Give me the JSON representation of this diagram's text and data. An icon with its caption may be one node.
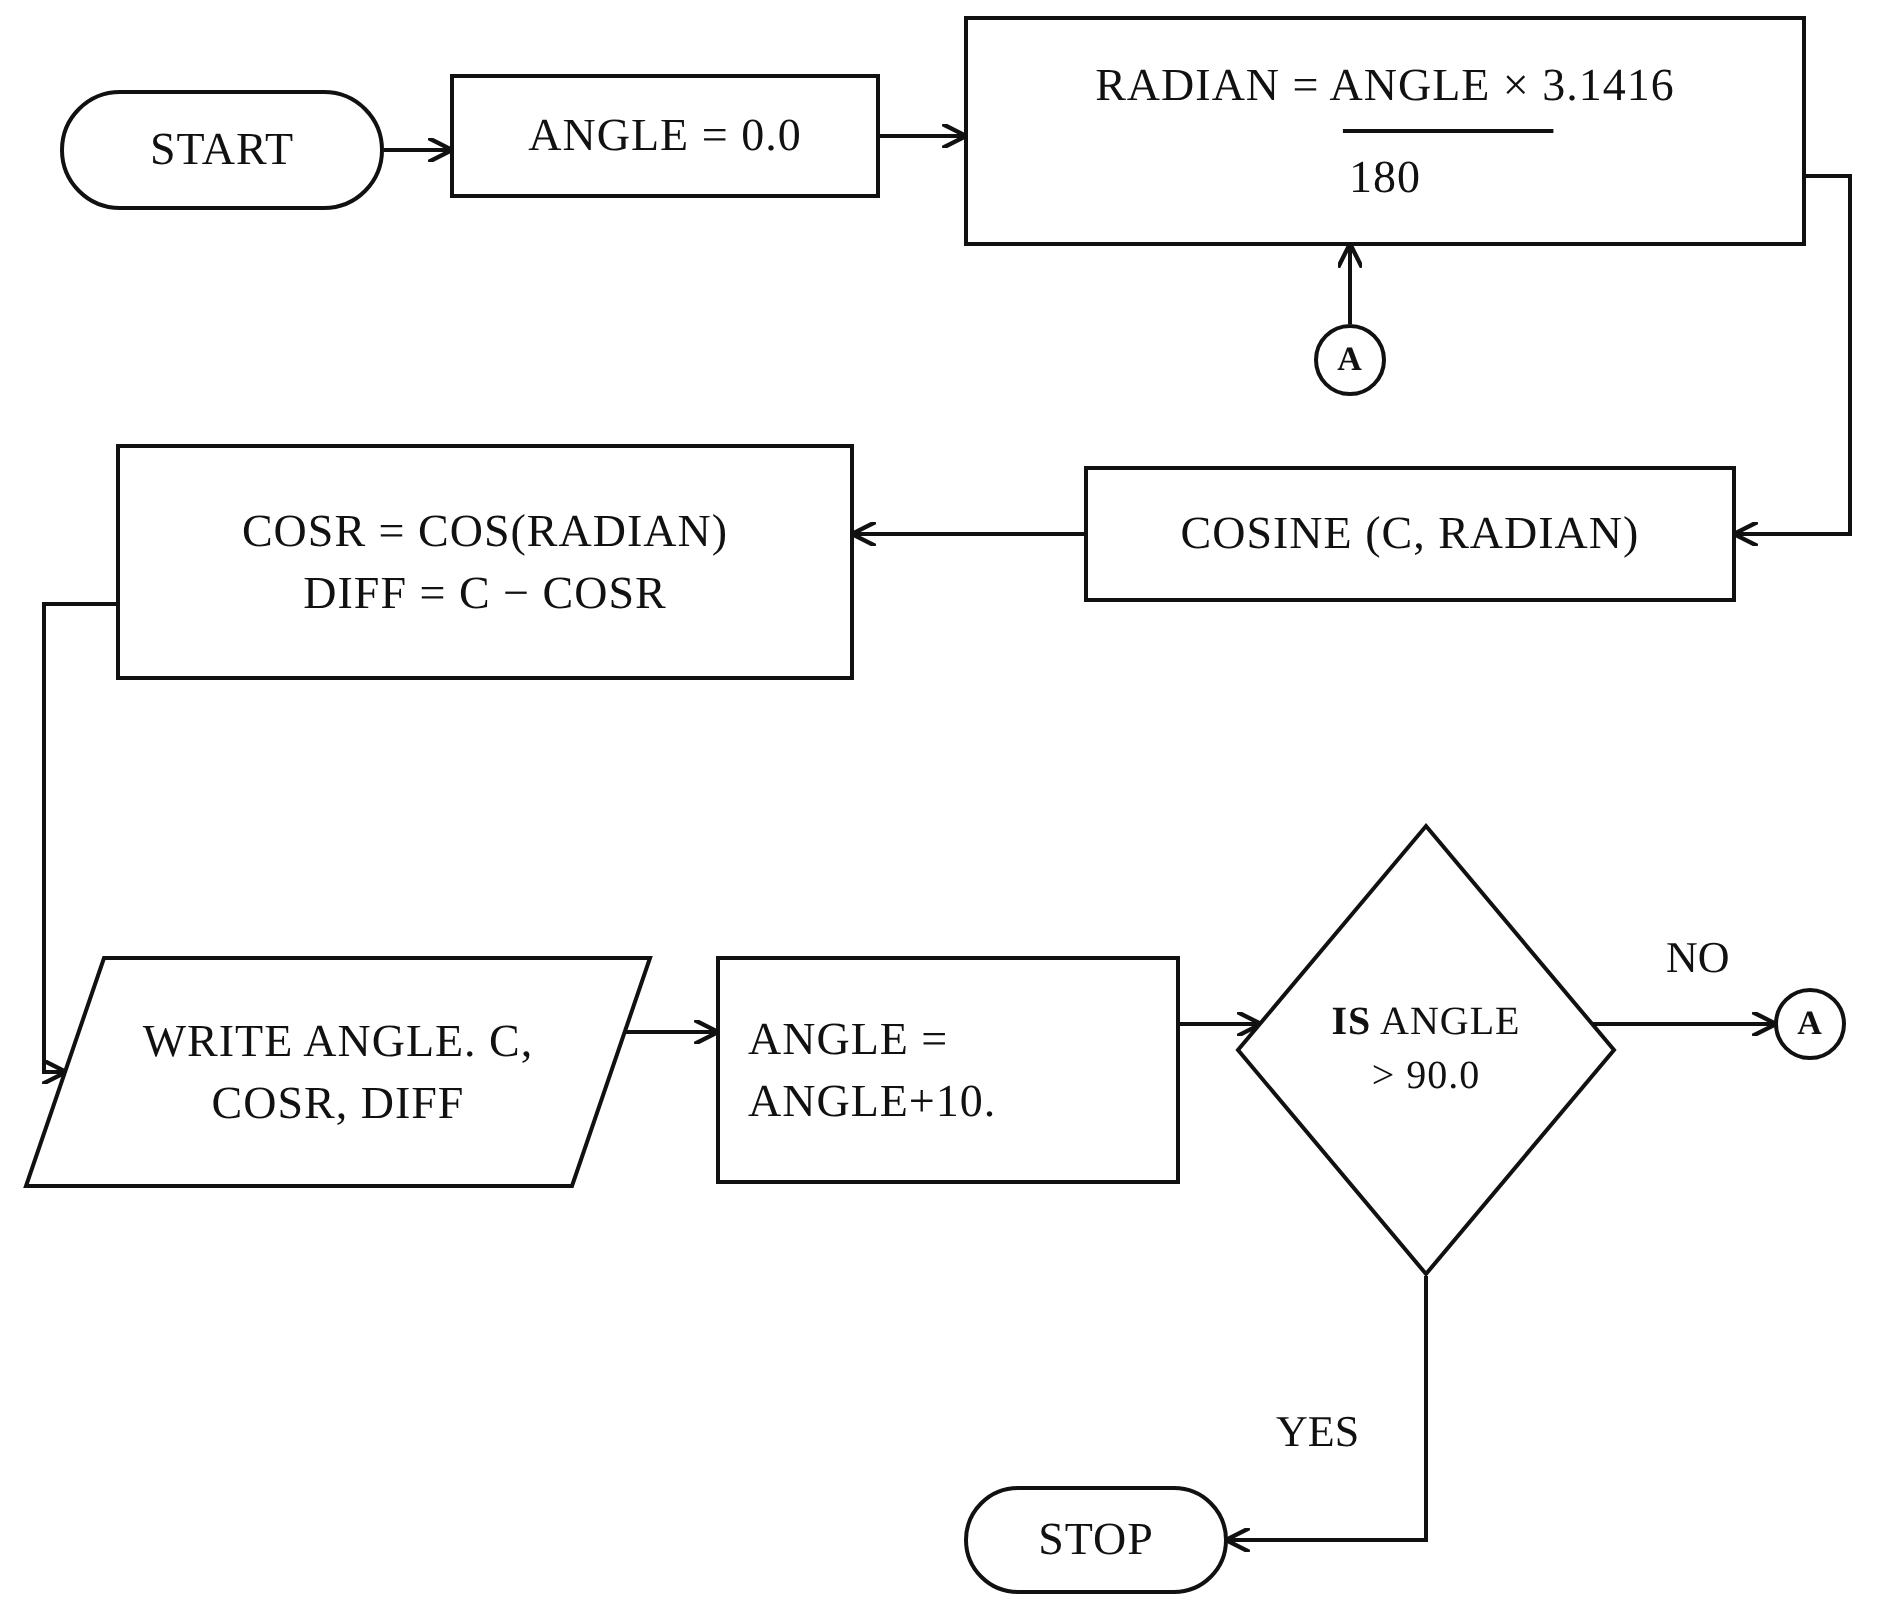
{
  "diagram": {
    "nodes": [
      {
        "text": [
          "START"
        ]
      },
      {
        "text": [
          "ANGLE = 0.0"
        ]
      },
      {
        "text": [
          "RADIAN = ANGLE × 3.1416",
          "180"
        ]
      },
      {
        "text": [
          "A"
        ]
      },
      {
        "text": [
          "COSINE (C, RADIAN)"
        ]
      },
      {
        "text": [
          "COSR = COS(RADIAN)",
          "DIFF = C − COSR"
        ]
      },
      {
        "text": [
          "WRITE ANGLE. C, COSR, DIFF"
        ]
      },
      {
        "text": [
          "ANGLE = ANGLE+10."
        ]
      },
      {
        "text": [
          "**IS** ANGLE > 90.0"
        ]
      },
      {
        "text": [
          "A"
        ]
      },
      {
        "text": [
          "STOP"
        ]
      }
    ],
    "edges": [
      {
        "from": 0,
        "to": 1,
        "arrow": "to"
      },
      {
        "from": 1,
        "to": 2,
        "arrow": "to"
      },
      {
        "from": 3,
        "to": 2,
        "arrow": "to"
      },
      {
        "from": 2,
        "to": 4,
        "arrow": "to"
      },
      {
        "from": 4,
        "to": 5,
        "arrow": "to"
      },
      {
        "from": 5,
        "to": 6,
        "arrow": "to"
      },
      {
        "from": 6,
        "to": 7,
        "arrow": "to"
      },
      {
        "from": 7,
        "to": 8,
        "arrow": "to"
      },
      {
        "from": 8,
        "to": 9,
        "label": "NO",
        "arrow": "to"
      },
      {
        "from": 8,
        "to": 10,
        "label": "YES",
        "arrow": "to"
      }
    ]
  }
}
